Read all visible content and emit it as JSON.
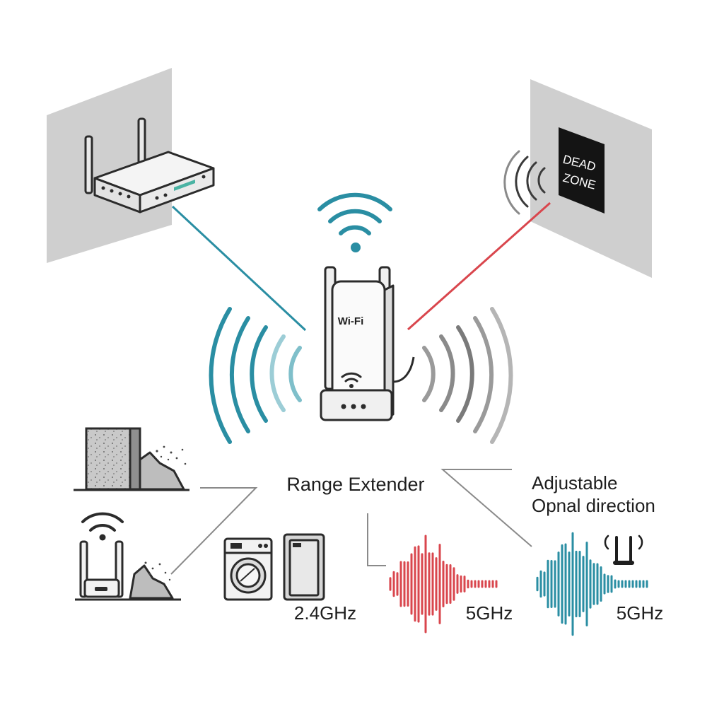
{
  "extender": {
    "body_label": "Wi-Fi"
  },
  "dead_zone": {
    "line1": "DEAD",
    "line2": "ZONE"
  },
  "labels": {
    "range_extender": "Range Extender",
    "adjustable_line1": "Adjustable",
    "adjustable_line2": "Opnal direction",
    "freq_24": "2.4GHz",
    "freq_5_red": "5GHz",
    "freq_5_blue": "5GHz"
  },
  "colors": {
    "blue": "#2a8ea3",
    "red": "#d9464d",
    "dark": "#2b2b2b",
    "wall": "#cfcfcf"
  },
  "icons": [
    "router-icon",
    "dead-zone-sign-icon",
    "wifi-signal-icon",
    "range-extender-icon",
    "brick-wall-icon",
    "rubble-icon",
    "washing-machine-icon",
    "appliance-icon",
    "sound-wave-icon",
    "antenna-icon"
  ]
}
